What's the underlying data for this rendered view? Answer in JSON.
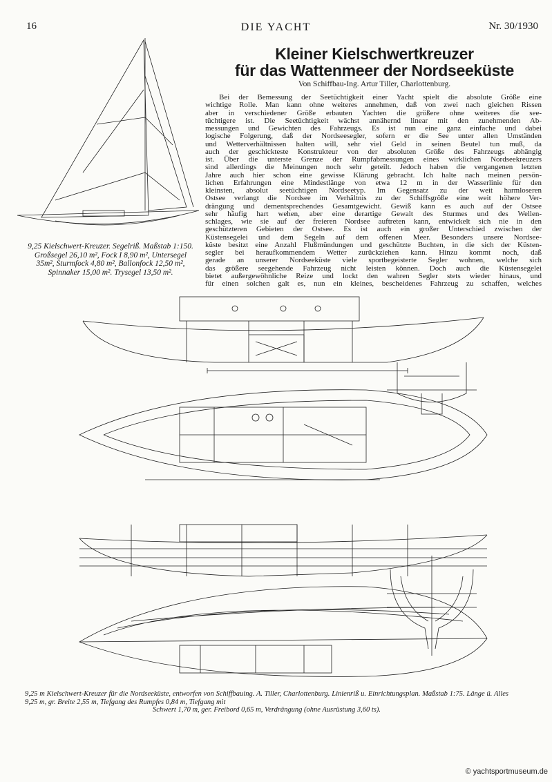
{
  "header": {
    "page_number": "16",
    "masthead": "DIE YACHT",
    "issue": "Nr. 30/1930"
  },
  "article": {
    "title_line1": "Kleiner Kielschwertkreuzer",
    "title_line2": "für das Wattenmeer der Nordseeküste",
    "byline": "Von Schiffbau-Ing. Artur Tiller, Charlottenburg.",
    "lines": [
      "Bei der Bemessung der Seetüchtigkeit einer Yacht spielt die absolute Größe eine",
      "wichtige Rolle. Man kann ohne weiteres annehmen, daß von zwei nach gleichen Rissen",
      "aber in verschiedener Größe erbauten Yachten die größere ohne weiteres die see-",
      "tüchtigere ist. Die Seetüchtigkeit wächst annähernd linear mit den zunehmenden Ab-",
      "messungen und Gewichten des Fahrzeugs. Es ist nun eine ganz einfache und dabei",
      "logische Folgerung, daß der Nordseesegler, sofern er die See unter allen Umständen",
      "und Wetterverhältnissen halten will, sehr viel Geld in seinen Beutel tun muß, da",
      "auch der geschickteste Konstrukteur von der absoluten Größe des Fahrzeugs abhängig",
      "ist. Über die unterste Grenze der Rumpfabmessungen eines wirklichen Nordseekreuzers",
      "sind allerdings die Meinungen noch sehr geteilt. Jedoch haben die vergangenen letzten",
      "Jahre auch hier schon eine gewisse Klärung gebracht. Ich halte nach meinen persön-",
      "lichen Erfahrungen eine Mindestlänge von etwa 12 m in der Wasserlinie für den",
      "kleinsten, absolut seetüchtigen Nordseetyp. Im Gegensatz zu der weit harmloseren",
      "Ostsee verlangt die Nordsee im Verhältnis zu der Schiffsgröße eine weit höhere Ver-",
      "drängung und dementsprechendes Gesamtgewicht. Gewiß kann es auch auf der Ostsee",
      "sehr häufig hart wehen, aber eine derartige Gewalt des Sturmes und des Wellen-",
      "schlages, wie sie auf der freieren Nordsee auftreten kann, entwickelt sich nie in den",
      "geschützteren Gebieten der Ostsee. Es ist auch ein großer Unterschied zwischen der",
      "Küstensegelei und dem Segeln auf dem offenen Meer. Besonders unsere Nordsee-",
      "küste besitzt eine Anzahl Flußmündungen und geschützte Buchten, in die sich der Küsten-",
      "segler bei heraufkommendem Wetter zurückziehen kann. Hinzu kommt noch, daß",
      "gerade an unserer Nordseeküste viele sportbegeisterte Segler wohnen, welche sich",
      "das größere seegehende Fahrzeug nicht leisten können. Doch auch die Küstensegelei",
      "bietet außergewöhnliche Reize und lockt den wahren Segler stets wieder hinaus, und",
      "für einen solchen galt es, nun ein kleines, bescheidenes Fahrzeug zu schaffen, welches"
    ]
  },
  "captions": {
    "sail_plan": "9,25 Kielschwert-Kreuzer. Segelriß. Maßstab 1:150. Großsegel 26,10 m², Fock I 8,90 m², Untersegel 35m², Sturmfock 4,80 m², Ballonfock 12,50 m², Spinnaker 15,00 m². Trysegel 13,50 m².",
    "plans_main": "9,25 m Kielschwert-Kreuzer für die Nordseeküste, entworfen von Schiffbauing. A. Tiller, Charlottenburg. Linienriß u. Einrichtungsplan. Maßstab 1:75. Länge ü. Alles 9,25 m, gr. Breite 2,55 m, Tiefgang des Rumpfes 0,84 m, Tiefgang mit",
    "plans_last": "Schwert 1,70 m, ger. Freibord 0,65 m, Verdrängung (ohne Ausrüstung 3,60 ts)."
  },
  "watermark": "© yachtsportmuseum.de"
}
